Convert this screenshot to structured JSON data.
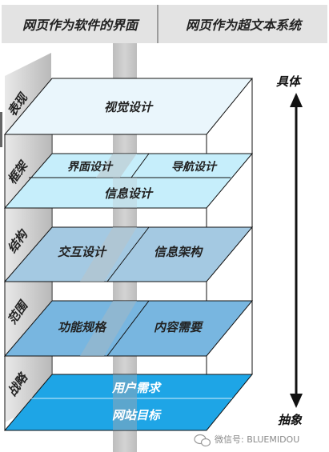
{
  "header": {
    "left_title": "网页作为软件的界面",
    "right_title": "网页作为超文本系统"
  },
  "planes": {
    "surface": {
      "label": "表现",
      "center": "视觉设计"
    },
    "skeleton": {
      "label": "框架",
      "left": "界面设计",
      "right": "导航设计",
      "bottom": "信息设计"
    },
    "structure": {
      "label": "结构",
      "left": "交互设计",
      "right": "信息架构"
    },
    "scope": {
      "label": "范围",
      "left": "功能规格",
      "right": "内容需要"
    },
    "strategy": {
      "label": "战略",
      "top": "用户需求",
      "bottom": "网站目标"
    }
  },
  "axis": {
    "top_label": "具体",
    "bottom_label": "抽象"
  },
  "watermark": {
    "text": "微信号: BLUEMIDOU"
  },
  "colors": {
    "header_bg": "#e3e3e3",
    "divider_band": "#c9c9c9",
    "surface_fill": "#eaf6fc",
    "skeleton_fill": "#c6eefb",
    "structure_fill": "#a4c9e2",
    "scope_fill": "#78b6e0",
    "strategy_fill": "#1ea5e6",
    "side_tab": "#c7c7c7"
  }
}
